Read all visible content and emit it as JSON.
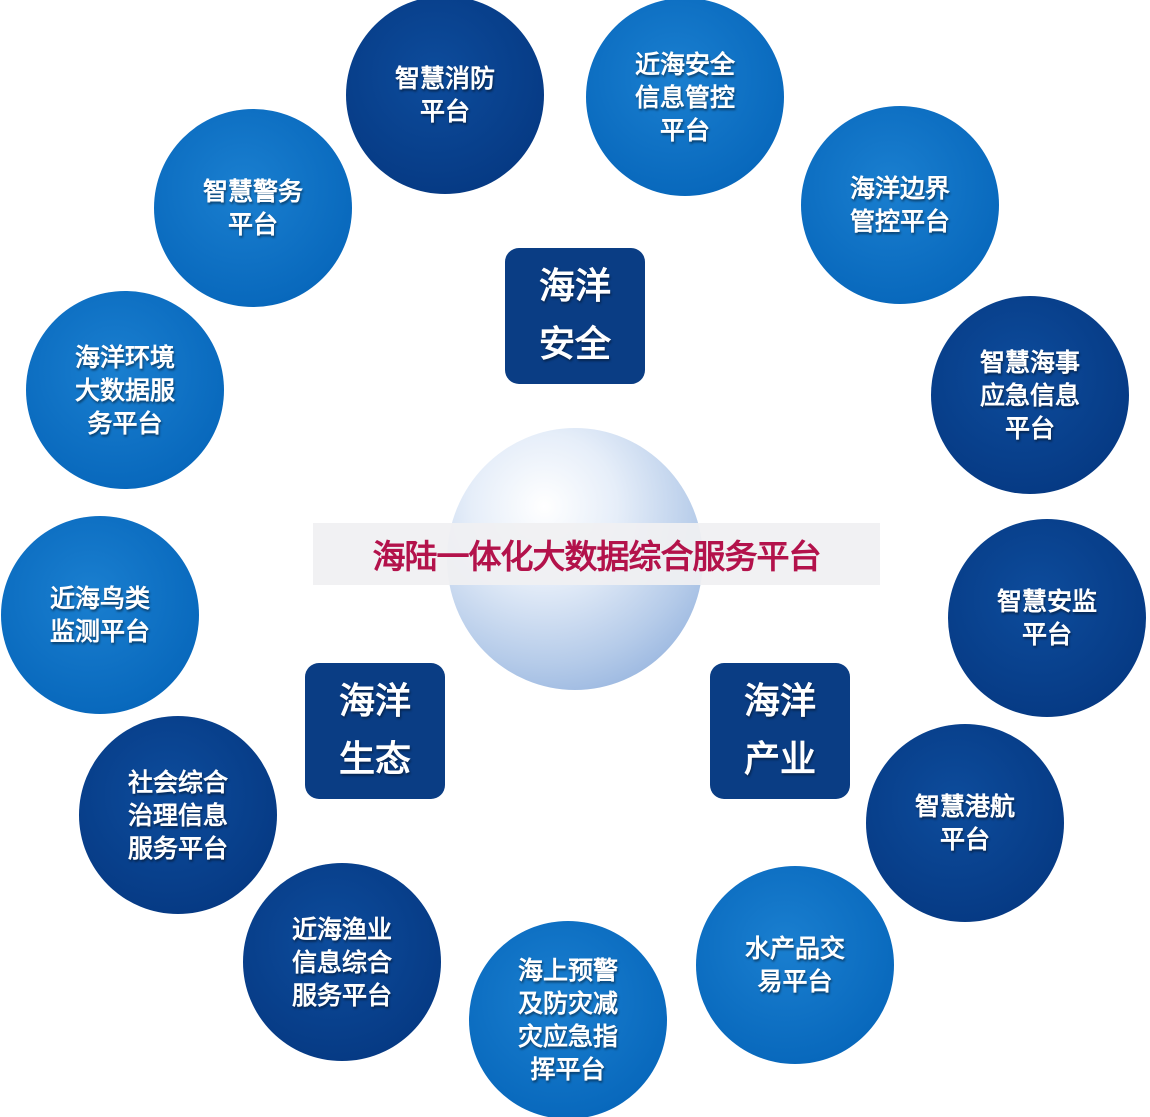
{
  "title": "海陆一体化大数据综合服务平台",
  "categories": [
    {
      "lines": [
        "海洋",
        "安全"
      ]
    },
    {
      "lines": [
        "海洋",
        "生态"
      ]
    },
    {
      "lines": [
        "海洋",
        "产业"
      ]
    }
  ],
  "platforms": [
    {
      "lines": [
        "智慧消防",
        "平台"
      ]
    },
    {
      "lines": [
        "近海安全",
        "信息管控",
        "平台"
      ]
    },
    {
      "lines": [
        "海洋边界",
        "管控平台"
      ]
    },
    {
      "lines": [
        "智慧海事",
        "应急信息",
        "平台"
      ]
    },
    {
      "lines": [
        "智慧安监",
        "平台"
      ]
    },
    {
      "lines": [
        "智慧港航",
        "平台"
      ]
    },
    {
      "lines": [
        "水产品交",
        "易平台"
      ]
    },
    {
      "lines": [
        "海上预警",
        "及防灾减",
        "灾应急指",
        "挥平台"
      ]
    },
    {
      "lines": [
        "近海渔业",
        "信息综合",
        "服务平台"
      ]
    },
    {
      "lines": [
        "社会综合",
        "治理信息",
        "服务平台"
      ]
    },
    {
      "lines": [
        "近海鸟类",
        "监测平台"
      ]
    },
    {
      "lines": [
        "海洋环境",
        "大数据服",
        "务平台"
      ]
    },
    {
      "lines": [
        "智慧警务",
        "平台"
      ]
    }
  ],
  "colors": {
    "dark": "#063a84",
    "light": "#0868bc",
    "title": "#b3124b"
  }
}
